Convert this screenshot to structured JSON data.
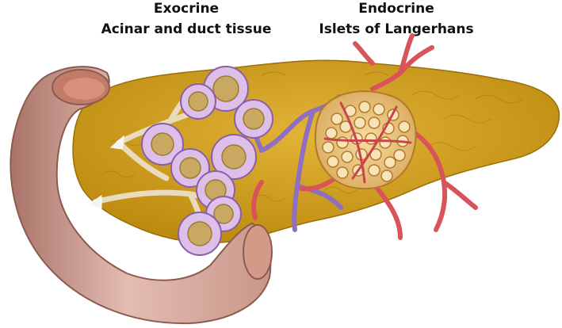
{
  "labels": {
    "exocrine": {
      "title": "Exocrine",
      "subtitle": "Acinar and duct tissue"
    },
    "endocrine": {
      "title": "Endocrine",
      "subtitle": "Islets of Langerhans"
    }
  },
  "colors": {
    "pancreas": "#d4a017",
    "pancreas_shadow": "#b07f0c",
    "duodenum": "#dcb0a6",
    "duodenum_shadow": "#b98478",
    "duodenum_lumen": "#c98772",
    "acinus_outer": "#d9b8e8",
    "acinus_inner": "#c9a862",
    "artery": "#d9535a",
    "vein": "#8e6fc0",
    "islet": "#efc98a",
    "islet_cell": "#c98a2e",
    "duct": "#e8d8b8"
  }
}
